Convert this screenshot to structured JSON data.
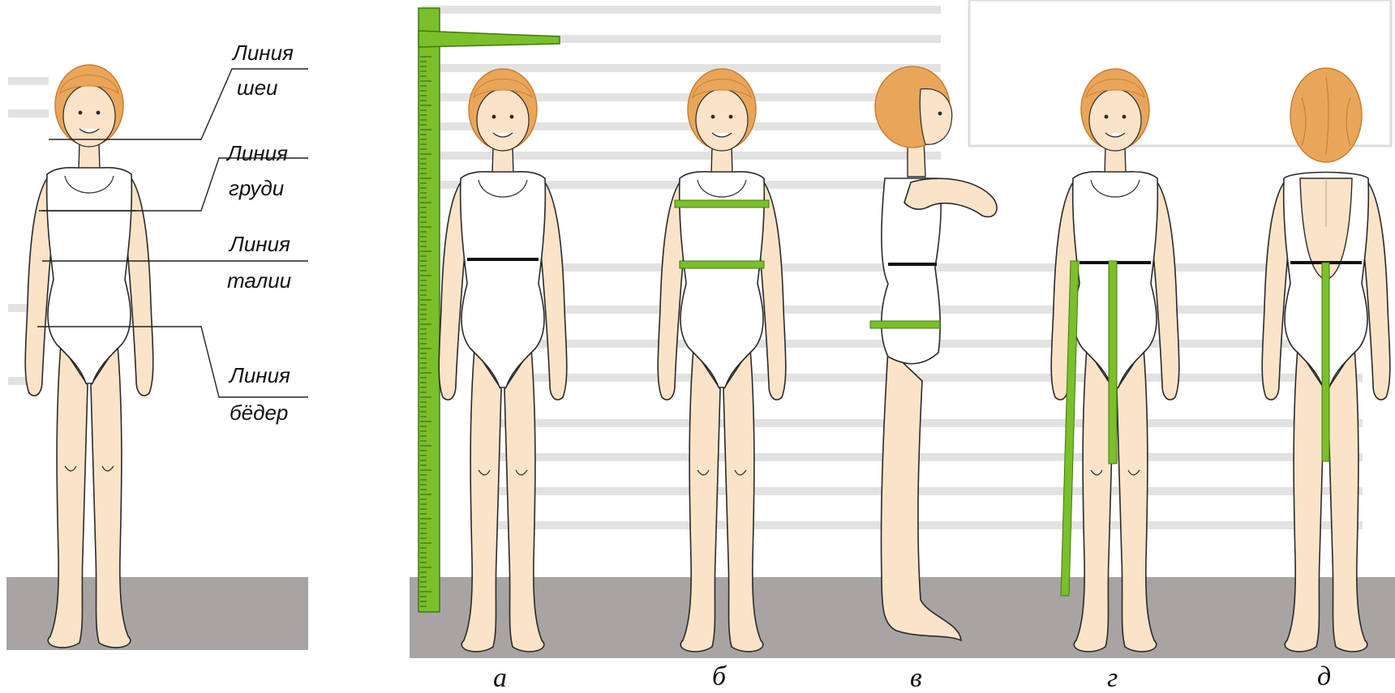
{
  "left_panel": {
    "labels": {
      "neck_line_1": "Линия",
      "neck_line_2": "шеи",
      "chest_line_1": "Линия",
      "chest_line_2": "груди",
      "waist_line_1": "Линия",
      "waist_line_2": "талии",
      "hip_line_1": "Линия",
      "hip_line_2": "бёдер"
    }
  },
  "captions": {
    "a": "а",
    "b": "б",
    "v": "в",
    "g": "г",
    "d": "д"
  },
  "colors": {
    "skin": "#fbe3c8",
    "skin_shadow": "#f3cfa8",
    "hair": "#e9a65a",
    "hair_dark": "#c97f33",
    "swimsuit": "#ffffff",
    "outline": "#2a2a2a",
    "tape": "#7bbf2a",
    "tape_dark": "#3f7a12",
    "floor": "#a8a4a4",
    "background_text": "#d8d8d8",
    "label_lines": "#222222"
  },
  "icons": {
    "measuring_rod": "height-ruler-icon",
    "measuring_tape": "tape-measure-icon"
  }
}
